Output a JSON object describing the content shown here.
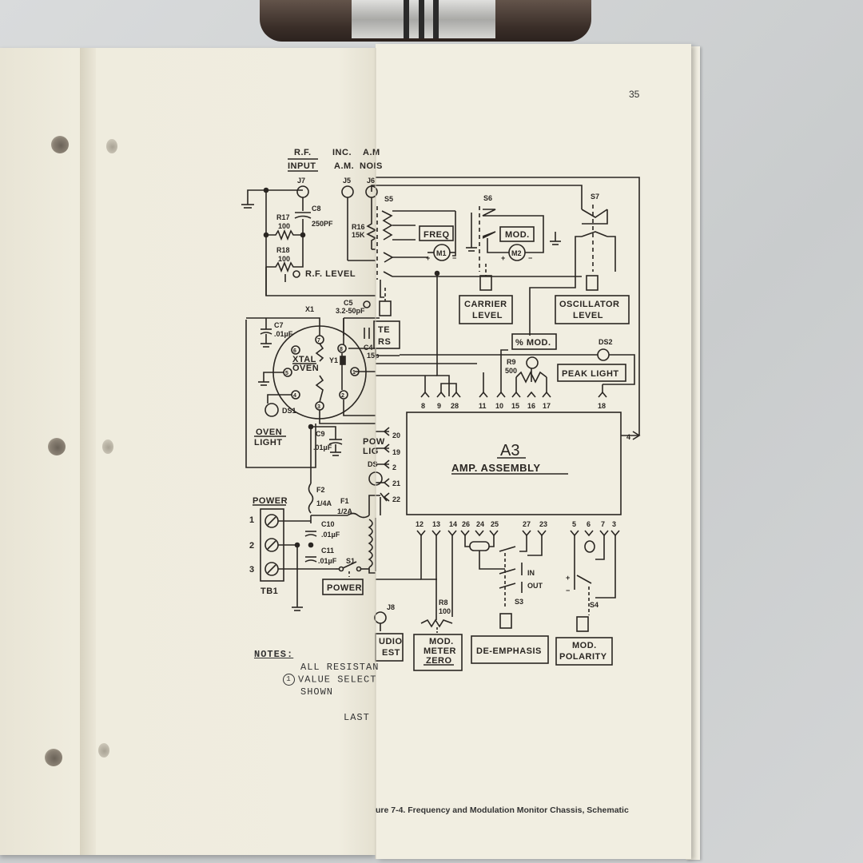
{
  "page_number": "35",
  "caption": "ure 7-4.  Frequency and Modulation Monitor Chassis, Schematic",
  "notes": {
    "heading": "NOTES:",
    "line1": "ALL RESISTAN",
    "line2": "VALUE SELECT",
    "line3": "SHOWN",
    "note_marker": "1"
  },
  "last_label": "LAST",
  "labels": {
    "rf_input_1": "R.F.",
    "rf_input_2": "INPUT",
    "inc_am_1": "INC.",
    "inc_am_2": "A.M.",
    "am_noise_1": "A.M",
    "am_noise_2": "NOIS",
    "j7": "J7",
    "j5": "J5",
    "j6": "J6",
    "j8": "J8",
    "s5": "S5",
    "s6": "S6",
    "s7": "S7",
    "s1": "S1",
    "s3": "S3",
    "s4": "S4",
    "c8": "C8",
    "c8_val": "250PF",
    "r17": "R17",
    "r17_val": "100",
    "r18": "R18",
    "r18_val": "100",
    "r16": "R16",
    "r16_val": "15K",
    "rf_level": "R.F. LEVEL",
    "freq": "FREQ",
    "m1": "M1",
    "mod": "MOD.",
    "m2": "M2",
    "carrier_1": "CARRIER",
    "carrier_2": "LEVEL",
    "osc_1": "OSCILLATOR",
    "osc_2": "LEVEL",
    "x1": "X1",
    "c5": "C5",
    "c5_val": "3.2-50pF",
    "c7": "C7",
    "c7_val": ".01µF",
    "te": "TE",
    "rs": "RS",
    "c4": "C4",
    "c4_val": "15p",
    "xtal_1": "XTAL",
    "xtal_2": "OVEN",
    "y1": "Y1",
    "pct_mod": "% MOD.",
    "ds2": "DS2",
    "r9": "R9",
    "r9_val": "500",
    "peak_light": "PEAK LIGHT",
    "ds1": "DS1",
    "oven_1": "OVEN",
    "oven_2": "LIGHT",
    "c9": "C9",
    "c9_val": ".01µF",
    "pow": "POW",
    "lig": "LIG",
    "ds": "DS",
    "a3": "A3",
    "amp_assembly": "AMP. ASSEMBLY",
    "f2": "F2",
    "f2_val": "1/4A",
    "f1": "F1",
    "f1_val": "1/2A",
    "power_label": "POWER",
    "tb1": "TB1",
    "c10": "C10",
    "c10_val": ".01µF",
    "c11": "C11",
    "c11_val": ".01µF",
    "power_switch": "POWER",
    "r8": "R8",
    "r8_val": "100",
    "in": "IN",
    "out": "OUT",
    "audio_1": "UDIO",
    "audio_2": "EST",
    "mod_meter_1": "MOD.",
    "mod_meter_2": "METER",
    "mod_meter_3": "ZERO",
    "de_emphasis": "DE-EMPHASIS",
    "mod_pol_1": "MOD.",
    "mod_pol_2": "POLARITY",
    "plus": "+",
    "minus": "−"
  },
  "terminals_top": [
    "8",
    "9",
    "28",
    "11",
    "10",
    "15",
    "16",
    "17",
    "18"
  ],
  "terminals_left": [
    "20",
    "19",
    "2",
    "21",
    "22"
  ],
  "terminals_bottom": [
    "12",
    "13",
    "14",
    "26",
    "24",
    "25",
    "27",
    "23",
    "5",
    "6",
    "7",
    "3"
  ],
  "terminal_right": "4",
  "tb_terminals": [
    "1",
    "2",
    "3"
  ],
  "oven_pins": [
    "7",
    "8",
    "6",
    "1",
    "5",
    "4",
    "3",
    "2"
  ]
}
